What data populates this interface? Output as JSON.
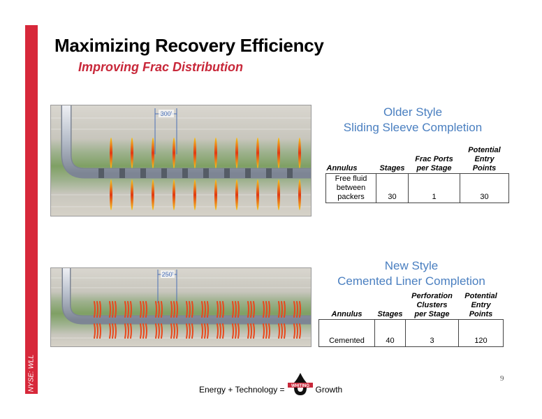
{
  "slide": {
    "title": "Maximizing Recovery Efficiency",
    "subtitle": "Improving Frac Distribution",
    "ticker": "NYSE: WLL",
    "page_number": "9"
  },
  "diagram_old": {
    "scale_label": "300'"
  },
  "diagram_new": {
    "scale_label": "250'"
  },
  "older_style": {
    "heading_line1": "Older Style",
    "heading_line2": "Sliding Sleeve Completion",
    "headers": [
      "Annulus",
      "Stages",
      "Frac Ports per Stage",
      "Potential Entry Points"
    ],
    "row": [
      "Free fluid between packers",
      "30",
      "1",
      "30"
    ]
  },
  "new_style": {
    "heading_line1": "New Style",
    "heading_line2": "Cemented Liner Completion",
    "headers": [
      "Annulus",
      "Stages",
      "Perforation Clusters per Stage",
      "Potential Entry Points"
    ],
    "row": [
      "Cemented",
      "40",
      "3",
      "120"
    ]
  },
  "footer": {
    "left_text": "Energy + Technology =",
    "logo_text": "WHITING",
    "right_text": "Growth"
  },
  "colors": {
    "accent_red": "#d7283a",
    "heading_blue": "#4a7fc0",
    "fracture_orange": "#e8481c"
  }
}
